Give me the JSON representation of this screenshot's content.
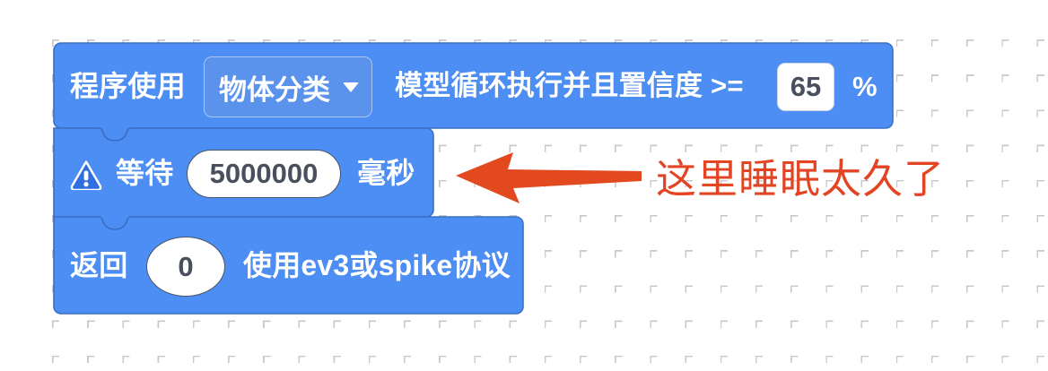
{
  "workspace": {
    "background_color": "#ffffff",
    "grid_dot_color": "#c8c8c8"
  },
  "blocks": [
    {
      "id": "model-loop-block",
      "type": "control-loop-header",
      "color": "#4c8ef4",
      "outline_color": "#3a6fc4",
      "label_prefix": "程序使用",
      "dropdown": {
        "name": "model-type-dropdown",
        "value": "物体分类",
        "icon": "chevron-down-icon"
      },
      "label_middle": "模型循环执行并且置信度 >=",
      "threshold_field": {
        "name": "confidence-threshold-input",
        "value": "65"
      },
      "label_suffix": "%"
    },
    {
      "id": "wait-block",
      "type": "control-wait",
      "color": "#4c8ef4",
      "outline_color": "#3a6fc4",
      "warning_icon": "warning-triangle-icon",
      "label_prefix": "等待",
      "duration_field": {
        "name": "wait-duration-input",
        "value": "5000000"
      },
      "label_suffix": "毫秒"
    },
    {
      "id": "return-block",
      "type": "return-protocol",
      "color": "#4c8ef4",
      "outline_color": "#3a6fc4",
      "label_prefix": "返回",
      "return_field": {
        "name": "return-value-input",
        "value": "0"
      },
      "label_suffix": "使用ev3或spike协议"
    }
  ],
  "annotation": {
    "color": "#e34524",
    "arrow": {
      "name": "annotation-arrow",
      "direction": "left"
    },
    "text": "这里睡眠太久了"
  }
}
